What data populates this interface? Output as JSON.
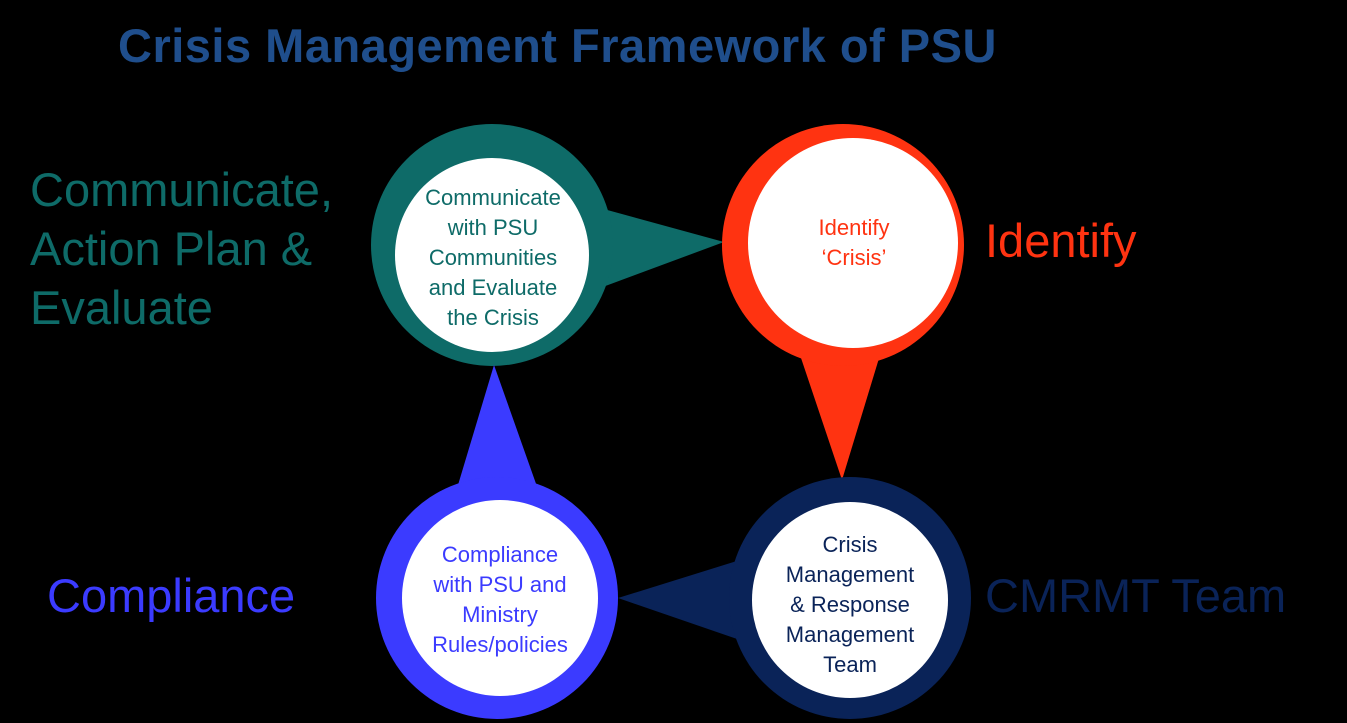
{
  "title": "Crisis Management Framework of PSU",
  "colors": {
    "background": "#000000",
    "title": "#1f4e8c",
    "communicate": "#0e6b68",
    "identify": "#ff3311",
    "compliance": "#3b3bff",
    "cmrmt": "#0a2358"
  },
  "side_labels": {
    "communicate": [
      "Communicate,",
      "Action Plan &",
      "Evaluate"
    ],
    "identify": "Identify",
    "compliance": "Compliance",
    "cmrmt": "CMRMT Team"
  },
  "nodes": {
    "communicate": [
      "Communicate",
      "with PSU",
      "Communities",
      "and Evaluate",
      "the Crisis"
    ],
    "identify": [
      "Identify",
      "‘Crisis’"
    ],
    "compliance": [
      "Compliance",
      "with PSU and",
      "Ministry",
      "Rules/policies"
    ],
    "cmrmt": [
      "Crisis",
      "Management",
      "& Response",
      "Management",
      "Team"
    ]
  }
}
